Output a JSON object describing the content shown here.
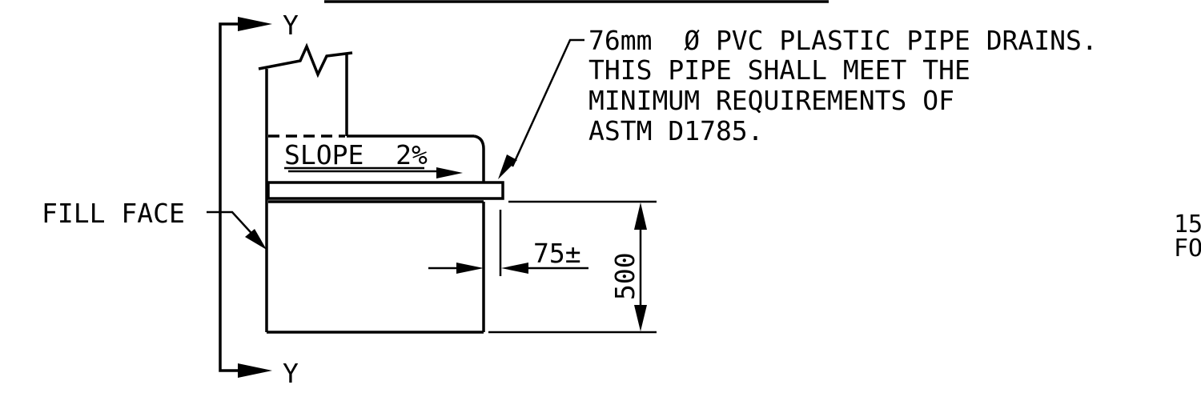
{
  "section_marks": {
    "top_letter": "Y",
    "bottom_letter": "Y"
  },
  "labels": {
    "fill_face": "FILL FACE",
    "slope": "SLOPE  2%",
    "dim_offset": "75±",
    "dim_height": "500"
  },
  "note": {
    "lines": [
      "76mm  Ø PVC PLASTIC PIPE DRAINS.",
      "THIS PIPE SHALL MEET THE",
      "MINIMUM REQUIREMENTS OF",
      "ASTM D1785."
    ]
  },
  "cut_off_text": {
    "line1": "15",
    "line2": "FO"
  }
}
